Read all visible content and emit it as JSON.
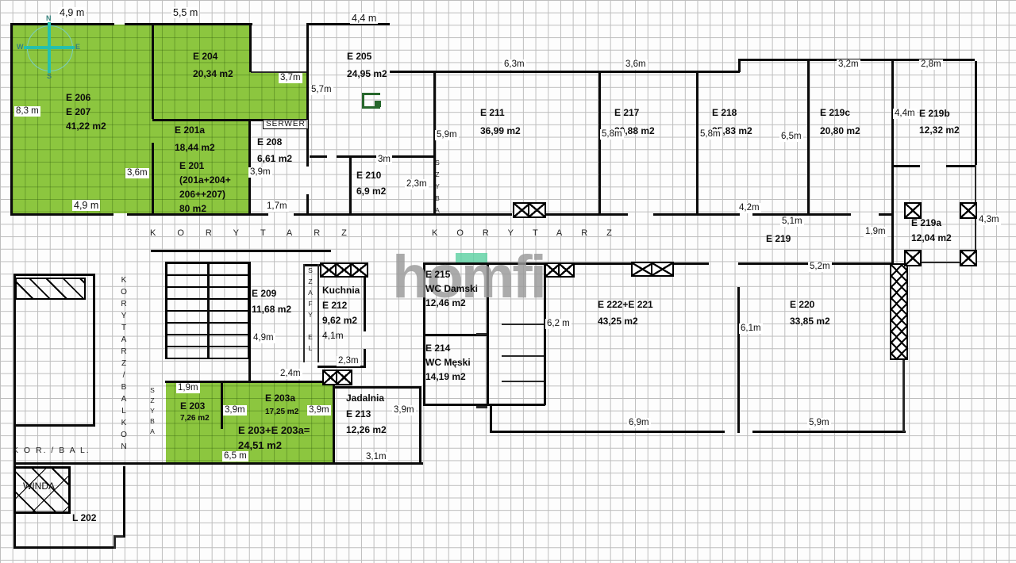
{
  "watermark": {
    "text": "homfi",
    "accent_color": "#5fd2a4",
    "text_color": "#9a9a9a"
  },
  "compass": {
    "n": "N",
    "w": "W",
    "e": "E",
    "s": "S"
  },
  "corridors": {
    "korytarz_left": "KORYTARZ",
    "korytarz_right": "KORYTARZ",
    "kor_bal": "K  O  R.  /  B  A  L.",
    "korytarz_balkon_vertical": "K\nO\nR\nY\nT\nA\nR\nZ\n/\nB\nA\nL\nK\nO\nN",
    "szyba_mid_vertical": "S\nZ\nY\nB\nA",
    "szyba_left_vertical": "S\nZ\nY\nB\nA",
    "szafy_el_vertical": "S\nZ\nA\nF\nY\n\nE\nL"
  },
  "rooms": {
    "e206": {
      "line1": "E 206",
      "line2": "E 207",
      "area": "41,22 m2"
    },
    "e204": {
      "name": "E 204",
      "area": "20,34 m2"
    },
    "e201a": {
      "name": "E 201a",
      "area": "18,44 m2"
    },
    "e201": {
      "name": "E 201",
      "formula1": "(201a+204+",
      "formula2": "206++207)",
      "area": "80 m2"
    },
    "serwer": {
      "name": "SERWER"
    },
    "e208": {
      "name": "E 208",
      "area": "6,61 m2"
    },
    "e205": {
      "name": "E 205",
      "area": "24,95 m2"
    },
    "e210": {
      "name": "E 210",
      "area": "6,9 m2"
    },
    "e211": {
      "name": "E 211",
      "area": "36,99 m2"
    },
    "e217": {
      "name": "E 217",
      "area": "20,88 m2"
    },
    "e218": {
      "name": "E 218",
      "area": "25,83 m2"
    },
    "e219c": {
      "name": "E 219c",
      "area": "20,80 m2"
    },
    "e219b": {
      "name": "E 219b",
      "area": "12,32 m2"
    },
    "e219a": {
      "name": "E 219a",
      "area": "12,04 m2"
    },
    "e219": {
      "name": "E 219"
    },
    "e220": {
      "name": "E 220",
      "area": "33,85 m2"
    },
    "e222": {
      "name": "E 222+E 221",
      "area": "43,25 m2"
    },
    "e215": {
      "name": "E 215",
      "label": "WC Damski",
      "area": "12,46 m2"
    },
    "e214": {
      "name": "E 214",
      "label": "WC Męski",
      "area": "14,19 m2"
    },
    "e213": {
      "label": "Jadalnia",
      "name": "E 213",
      "area": "12,26 m2"
    },
    "e212": {
      "label": "Kuchnia",
      "name": "E 212",
      "area": "9,62 m2",
      "dim": "4,1m"
    },
    "e209": {
      "name": "E 209",
      "area": "11,68 m2"
    },
    "e203": {
      "name": "E 203",
      "area": "7,26 m2"
    },
    "e203a": {
      "name": "E 203a",
      "area": "17,25 m2"
    },
    "e203sum": {
      "name": "E 203+E 203a=",
      "area": "24,51 m2"
    },
    "l202": {
      "name": "L 202"
    },
    "winda": {
      "name": "WINDA"
    }
  },
  "dims": {
    "top_49": "4,9 m",
    "top_55": "5,5 m",
    "top_44": "4,4 m",
    "d37": "3,7m",
    "d57": "5,7m",
    "d83": "8,3 m",
    "d36_left": "3,6m",
    "bottom_49": "4,9 m",
    "d39_e208": "3,9m",
    "d17": "1,7m",
    "d3m": "3m",
    "d23_e210": "2,3m",
    "d59_e211": "5,9m",
    "d63": "6,3m",
    "d36_right": "3,6m",
    "d32": "3,2m",
    "d28": "2,8m",
    "d58_e217": "5,8m",
    "d58_e218": "5,8m",
    "d65_e218": "6,5m",
    "d44_e219b": "4,4m",
    "d42": "4,2m",
    "d51": "5,1m",
    "d19_e219": "1,9m",
    "d52": "5,2m",
    "d43": "4,3m",
    "d61": "6,1m",
    "d62": "6,2 m",
    "d69": "6,9m",
    "d59_e220": "5,9m",
    "d49_stairs": "4,9m",
    "d24": "2,4m",
    "d23_kuchnia": "2,3m",
    "d39_jadalnia": "3,9m",
    "d31": "3,1m",
    "d19_green": "1,9m",
    "d39_green_left": "3,9m",
    "d39_green_right": "3,9m",
    "d65_green": "6,5 m"
  }
}
